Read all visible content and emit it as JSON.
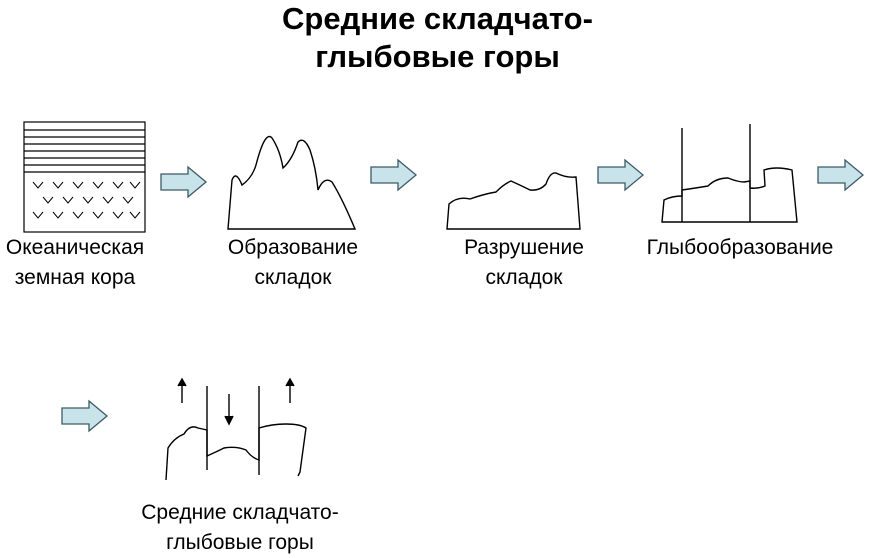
{
  "title": {
    "line1": "Средние складчато-",
    "line2": "глыбовые горы"
  },
  "stages": [
    {
      "line1": "Океаническая",
      "line2": "земная кора"
    },
    {
      "line1": "Образование",
      "line2": "складок"
    },
    {
      "line1": "Разрушение",
      "line2": "складок"
    },
    {
      "line1": "Глыбообразование",
      "line2": ""
    },
    {
      "line1": "Средние складчато-",
      "line2": "глыбовые горы"
    }
  ],
  "colors": {
    "arrow_fill": "#c9e3ea",
    "arrow_stroke": "#3d5a66",
    "line": "#000000"
  }
}
